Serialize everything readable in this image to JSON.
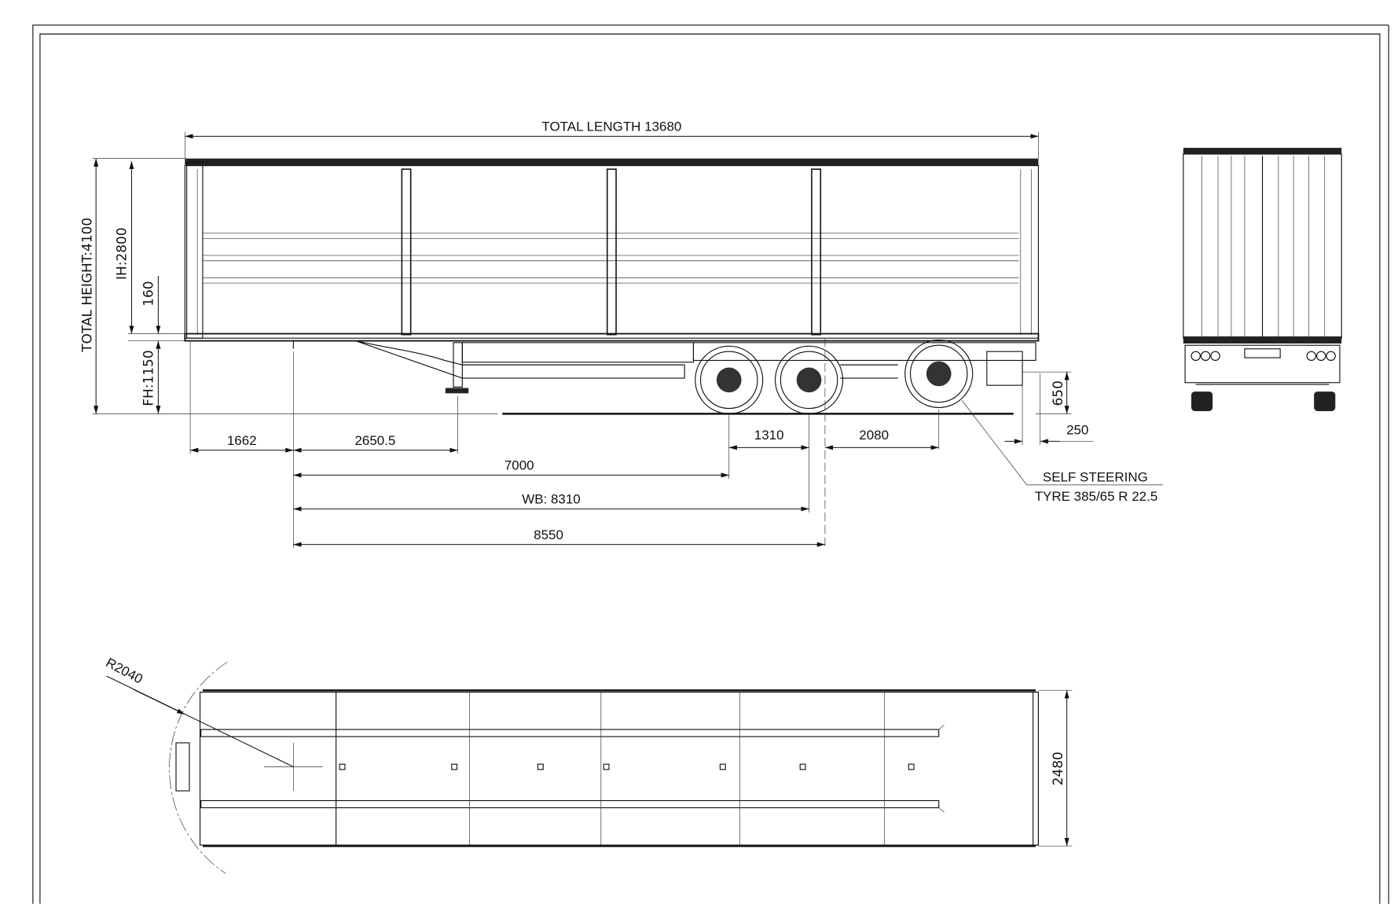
{
  "drawing": {
    "side_view": {
      "total_length": "TOTAL LENGTH 13680",
      "total_height": "TOTAL HEIGHT:4100",
      "inner_height": "IH:2800",
      "dim_160": "160",
      "floor_height": "FH:1150",
      "dim_1662": "1662",
      "dim_2650_5": "2650.5",
      "dim_7000": "7000",
      "wheelbase": "WB: 8310",
      "dim_8550": "8550",
      "dim_1310": "1310",
      "dim_2080": "2080",
      "dim_250": "250",
      "dim_650": "650",
      "note_line1": "SELF STEERING",
      "note_line2": "TYRE 385/65 R 22.5"
    },
    "top_view": {
      "radius": "R2040",
      "width": "2480"
    }
  }
}
